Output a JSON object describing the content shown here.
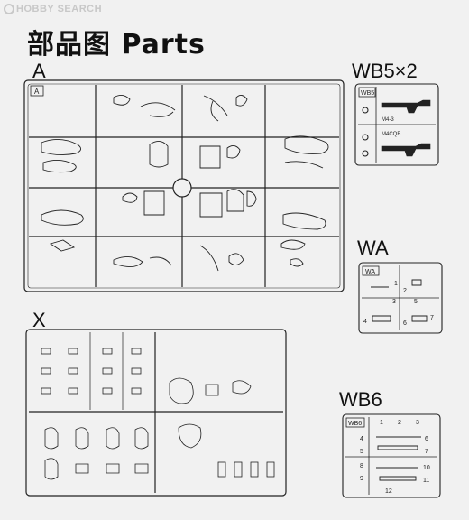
{
  "watermark": "HOBBY SEARCH",
  "title": "部品图 Parts",
  "sprues": {
    "a": {
      "label": "A",
      "tag": "A"
    },
    "wb5": {
      "label": "WB5×2",
      "tag": "WB5",
      "part_labels": [
        "M4-3",
        "M4CQB"
      ]
    },
    "wa": {
      "label": "WA",
      "tag": "WA",
      "numbers": [
        "1",
        "2",
        "3",
        "4",
        "5",
        "6",
        "7"
      ]
    },
    "x": {
      "label": "X"
    },
    "wb6": {
      "label": "WB6",
      "tag": "WB6",
      "numbers": [
        "1",
        "2",
        "3",
        "4",
        "5",
        "6",
        "7",
        "8",
        "9",
        "10",
        "11",
        "12"
      ]
    }
  }
}
